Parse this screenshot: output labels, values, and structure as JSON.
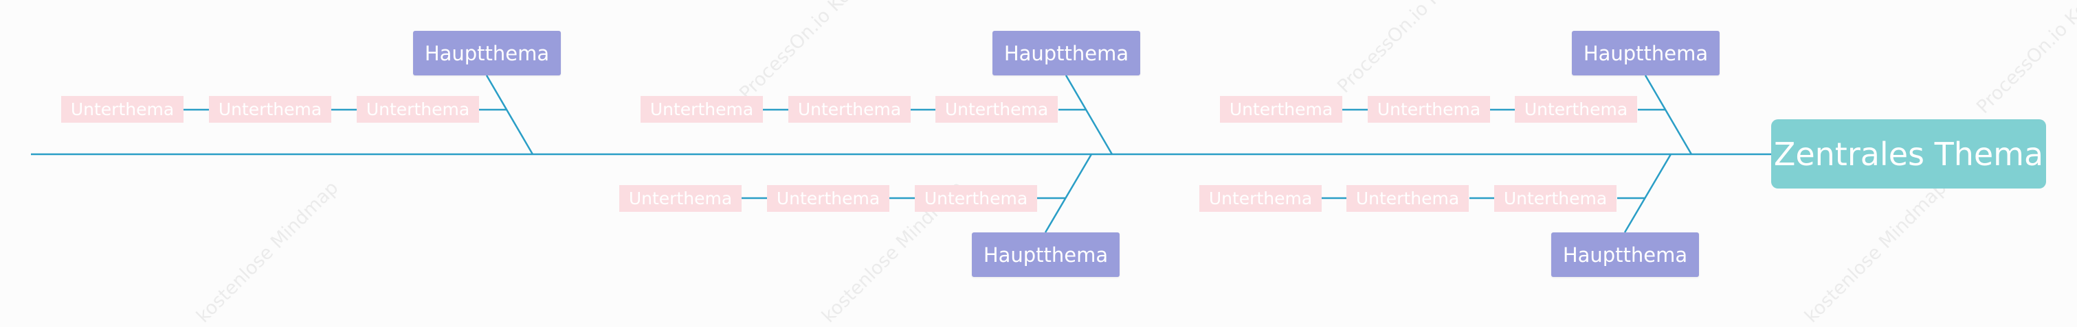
{
  "colors": {
    "line": "#2a9ec6",
    "central": "#80d0d2",
    "main": "#999ddb",
    "sub": "#fbdde1"
  },
  "diagram": {
    "central": {
      "label": "Zentrales Thema"
    },
    "branches": [
      {
        "label": "Hauptthema",
        "position": "top",
        "subtopics": [
          "Unterthema",
          "Unterthema",
          "Unterthema"
        ]
      },
      {
        "label": "Hauptthema",
        "position": "top",
        "subtopics": [
          "Unterthema",
          "Unterthema",
          "Unterthema"
        ]
      },
      {
        "label": "Hauptthema",
        "position": "top",
        "subtopics": [
          "Unterthema",
          "Unterthema",
          "Unterthema"
        ]
      },
      {
        "label": "Hauptthema",
        "position": "bottom",
        "subtopics": [
          "Unterthema",
          "Unterthema",
          "Unterthema"
        ]
      },
      {
        "label": "Hauptthema",
        "position": "bottom",
        "subtopics": [
          "Unterthema",
          "Unterthema",
          "Unterthema"
        ]
      }
    ]
  },
  "watermarks": [
    "ProcessOn.io Kos",
    "kostenlose Mindmap"
  ]
}
